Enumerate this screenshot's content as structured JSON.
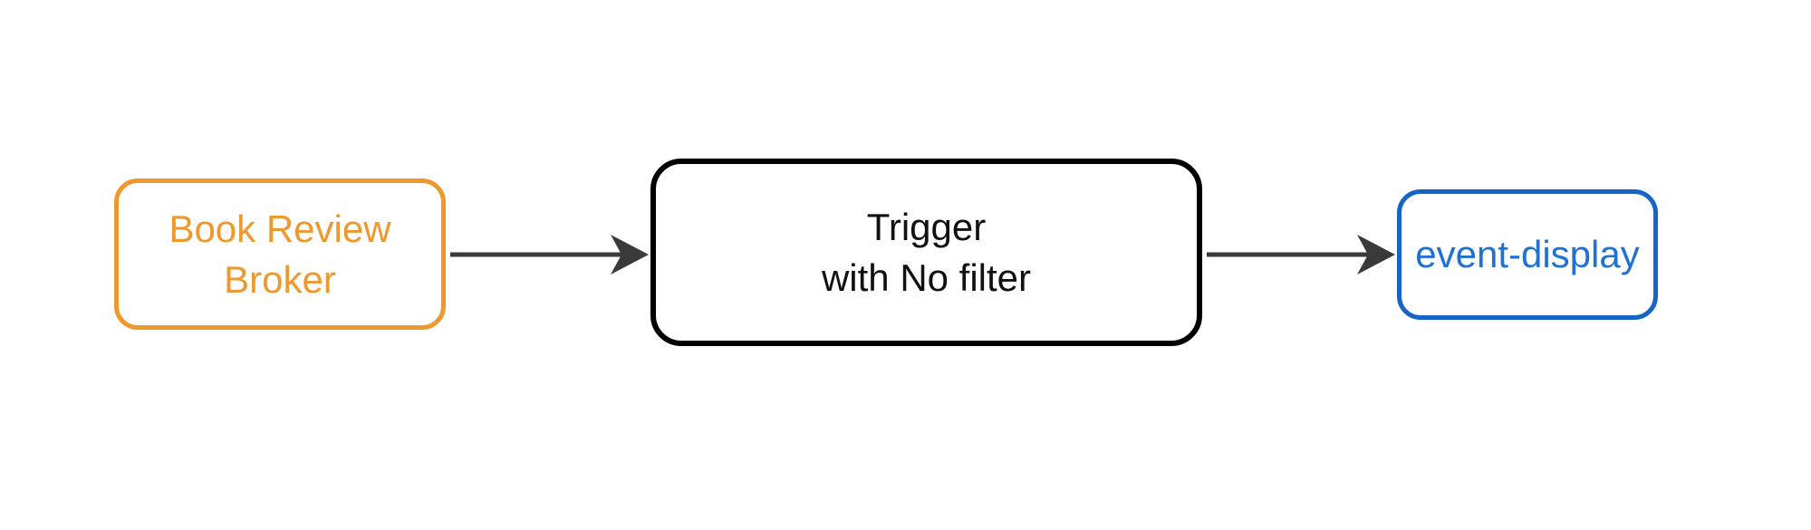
{
  "diagram": {
    "background_color": "#ffffff",
    "edge_color": "#3A3A3A",
    "nodes": [
      {
        "id": "broker",
        "label": "Book Review Broker",
        "border_color": "#EF982D",
        "text_color": "#EF982D"
      },
      {
        "id": "trigger",
        "label": "Trigger\nwith No filter",
        "border_color": "#000000",
        "text_color": "#111111"
      },
      {
        "id": "event-display",
        "label": "event-display",
        "border_color": "#1465C6",
        "text_color": "#1F72D3"
      }
    ],
    "edges": [
      {
        "from": "broker",
        "to": "trigger",
        "direction": "right"
      },
      {
        "from": "trigger",
        "to": "event-display",
        "direction": "right"
      }
    ]
  }
}
